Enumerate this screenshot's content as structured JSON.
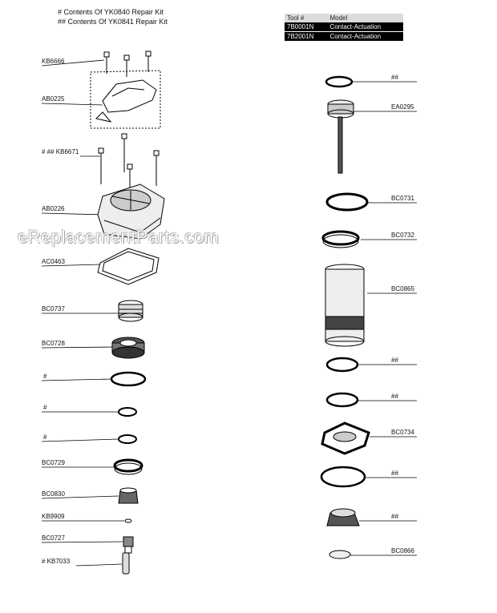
{
  "legend": {
    "line1": "#  Contents Of YK0840 Repair Kit",
    "line2": "## Contents Of YK0841 Repair Kit"
  },
  "tool_table": {
    "headers": [
      "Tool #",
      "Model"
    ],
    "rows": [
      {
        "tool": "7B0001N",
        "model": "Contact-Actuation"
      },
      {
        "tool": "7B2001N",
        "model": "Contact-Actuation"
      }
    ]
  },
  "left_labels": [
    "KB6666",
    "AB0225",
    "# ## KB6671",
    "AB0226",
    "AC0463",
    "BC0737",
    "BC0728",
    "#",
    "#",
    "#",
    "BC0729",
    "BC0830",
    "KB9909",
    "BC0727",
    "# KB7033"
  ],
  "right_labels": [
    "##",
    "EA0295",
    "BC0731",
    "BC0732",
    "BC0865",
    "##",
    "##",
    "BC0734",
    "##",
    "##",
    "BC0866"
  ],
  "watermark": "eReplacementParts.com",
  "colors": {
    "line": "#000000",
    "header_bg": "#dcdcdc",
    "row_bg": "#000000"
  }
}
